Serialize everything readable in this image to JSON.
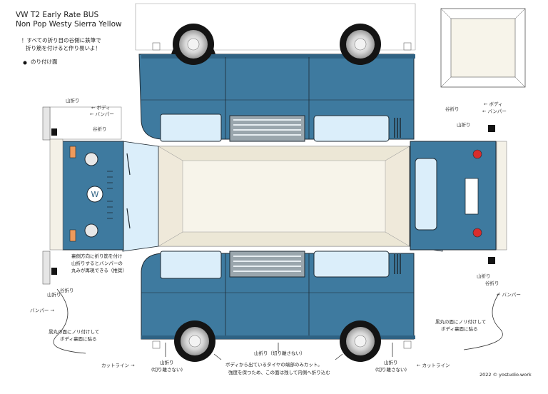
{
  "header": {
    "title_line1": "VW T2 Early Rate BUS",
    "title_line2": "Non Pop Westy  Sierra Yellow",
    "instruction_line1": "！すべての折り目の谷側に鉄筆で",
    "instruction_line2": "折り筋を付けると作り易いよ！",
    "glue_legend": "のり付け面"
  },
  "labels": {
    "front_yamaori_1": "山折り",
    "front_body_1": "← ボディ",
    "front_bumper_1": "← バンパー",
    "front_taniori_1": "谷折り",
    "rear_taniori_1": "谷折り",
    "rear_body_1": "← ボディ",
    "rear_bumper_1": "← バンパー",
    "rear_yamaori_1": "山折り",
    "front_bottom_yamaori": "山折り",
    "front_bottom_taniori": "谷折り",
    "front_bottom_bumper": "バンパー →",
    "rear_bottom_yamaori": "山折り",
    "rear_bottom_taniori": "谷折り",
    "rear_bottom_bumper": "← バンパー",
    "bumper_note_1": "裏側方向に折り筋を付け",
    "bumper_note_2": "山折りするとバンパーの",
    "bumper_note_3": "丸みが再現できる（推奨）",
    "glue_left_1": "黒丸の面にノリ付けして",
    "glue_left_2": "ボディ裏面に貼る",
    "glue_right_1": "黒丸の面にノリ付けして",
    "glue_right_2": "ボディ裏面に貼る",
    "cutline_left": "カットライン →",
    "cutline_right": "← カットライン",
    "yamaori_nocut_left_1": "山折り",
    "yamaori_nocut_left_2": "(切り離さない)",
    "yamaori_nocut_center": "山折り（切り離さない）",
    "yamaori_nocut_right_1": "山折り",
    "yamaori_nocut_right_2": "(切り離さない)",
    "tire_note_1": "ボディから出ているタイヤの端部のみカット。",
    "tire_note_2": "強度を保つため、この面は残して内側へ折り込む",
    "copyright": "2022 © yostudio.work"
  },
  "colors": {
    "body_blue": "#3e7a9f",
    "body_blue_dark": "#2f6283",
    "roof_cream": "#f7f4ea",
    "window_light": "#dbeefa",
    "outline": "#1f2a33",
    "tire_black": "#141414",
    "hubcap": "#e8e8e8",
    "turn_signal": "#ef9a5b",
    "tail_light": "#d82c2c",
    "vent_grey": "#8d98a0"
  }
}
